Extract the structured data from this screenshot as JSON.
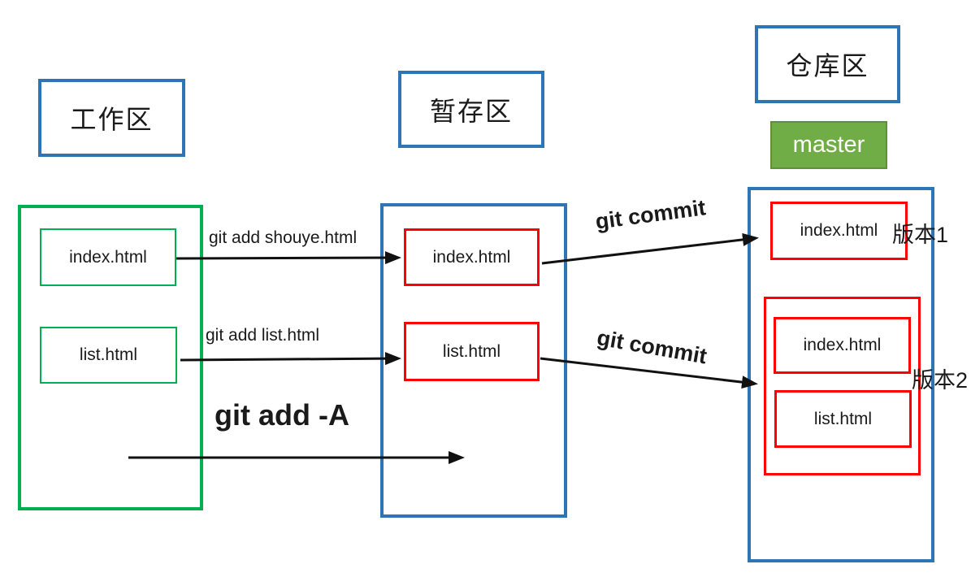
{
  "zones": {
    "working": {
      "title": "工作区"
    },
    "staging": {
      "title": "暂存区"
    },
    "repository": {
      "title": "仓库区"
    },
    "branch": "master"
  },
  "working_area": {
    "files": [
      "index.html",
      "list.html"
    ]
  },
  "staging_area": {
    "files": [
      "index.html",
      "list.html"
    ]
  },
  "repository_area": {
    "version1": {
      "file": "index.html",
      "tag": "版本1"
    },
    "version2": {
      "files": [
        "index.html",
        "list.html"
      ],
      "tag": "版本2"
    }
  },
  "commands": {
    "add_index": "git add shouye.html",
    "add_list": "git add list.html",
    "add_all": "git add -A",
    "commit_v1": "git commit",
    "commit_v2": "git commit"
  },
  "colors": {
    "zone_border_blue": "#2E75B6",
    "working_border_green": "#00B050",
    "file_border_red": "#FF0000",
    "branch_fill_green": "#70AD47",
    "arrow_black": "#111111"
  }
}
